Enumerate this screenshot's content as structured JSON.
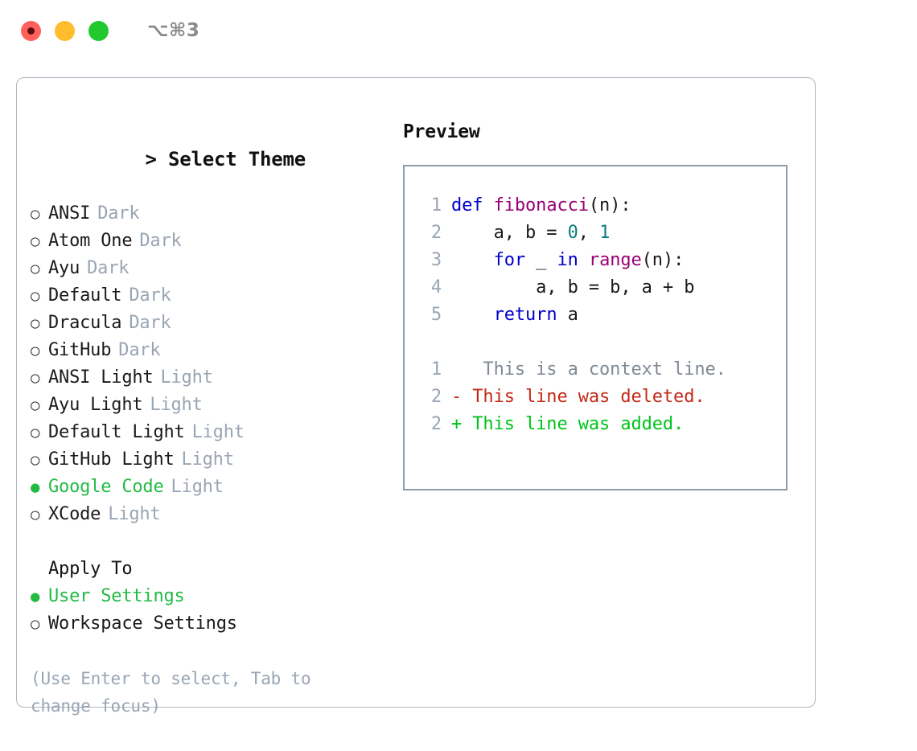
{
  "titlebar": {
    "shortcut": "⌥⌘3",
    "buttons": [
      {
        "name": "close",
        "color": "#ff605c"
      },
      {
        "name": "minimize",
        "color": "#ffbd2e"
      },
      {
        "name": "maximize",
        "color": "#22c92e"
      }
    ]
  },
  "left": {
    "heading_caret": ">",
    "heading": "Select Theme",
    "themes": [
      {
        "bullet": "○",
        "label": "ANSI",
        "badge": "Dark",
        "selected": false
      },
      {
        "bullet": "○",
        "label": "Atom One",
        "badge": "Dark",
        "selected": false
      },
      {
        "bullet": "○",
        "label": "Ayu",
        "badge": "Dark",
        "selected": false
      },
      {
        "bullet": "○",
        "label": "Default",
        "badge": "Dark",
        "selected": false
      },
      {
        "bullet": "○",
        "label": "Dracula",
        "badge": "Dark",
        "selected": false
      },
      {
        "bullet": "○",
        "label": "GitHub",
        "badge": "Dark",
        "selected": false
      },
      {
        "bullet": "○",
        "label": "ANSI Light",
        "badge": "Light",
        "selected": false
      },
      {
        "bullet": "○",
        "label": "Ayu Light",
        "badge": "Light",
        "selected": false
      },
      {
        "bullet": "○",
        "label": "Default Light",
        "badge": "Light",
        "selected": false
      },
      {
        "bullet": "○",
        "label": "GitHub Light",
        "badge": "Light",
        "selected": false
      },
      {
        "bullet": "●",
        "label": "Google Code",
        "badge": "Light",
        "selected": true
      },
      {
        "bullet": "○",
        "label": "XCode",
        "badge": "Light",
        "selected": false
      }
    ],
    "apply_heading": "Apply To",
    "apply_options": [
      {
        "bullet": "●",
        "label": "User Settings",
        "selected": true
      },
      {
        "bullet": "○",
        "label": "Workspace Settings",
        "selected": false
      }
    ],
    "hint": "(Use Enter to select, Tab to change focus)"
  },
  "right": {
    "preview_title": "Preview",
    "code_lines": [
      {
        "no": "1",
        "tokens": [
          {
            "t": "def",
            "c": "kw"
          },
          {
            "t": " ",
            "c": "pl"
          },
          {
            "t": "fibonacci",
            "c": "fn"
          },
          {
            "t": "(n):",
            "c": "pl"
          }
        ]
      },
      {
        "no": "2",
        "tokens": [
          {
            "t": "    a, b = ",
            "c": "pl"
          },
          {
            "t": "0",
            "c": "num"
          },
          {
            "t": ", ",
            "c": "pl"
          },
          {
            "t": "1",
            "c": "num"
          }
        ]
      },
      {
        "no": "3",
        "tokens": [
          {
            "t": "    ",
            "c": "pl"
          },
          {
            "t": "for",
            "c": "kw"
          },
          {
            "t": " _ ",
            "c": "pl"
          },
          {
            "t": "in",
            "c": "kw"
          },
          {
            "t": " ",
            "c": "pl"
          },
          {
            "t": "range",
            "c": "fn"
          },
          {
            "t": "(n):",
            "c": "pl"
          }
        ]
      },
      {
        "no": "4",
        "tokens": [
          {
            "t": "        a, b = b, a + b",
            "c": "pl"
          }
        ]
      },
      {
        "no": "5",
        "tokens": [
          {
            "t": "    ",
            "c": "pl"
          },
          {
            "t": "return",
            "c": "kw"
          },
          {
            "t": " a",
            "c": "pl"
          }
        ]
      }
    ],
    "diff_lines": [
      {
        "no": "1",
        "marker": " ",
        "text": "  This is a context line.",
        "kind": "ctx"
      },
      {
        "no": "2",
        "marker": "-",
        "text": " This line was deleted.",
        "kind": "del"
      },
      {
        "no": "2",
        "marker": "+",
        "text": " This line was added.",
        "kind": "add"
      }
    ]
  },
  "colors": {
    "accent_green": "#22bb44",
    "muted": "#9aa5b4",
    "keyword": "#0000cc",
    "function": "#990073",
    "number": "#0d7d7d",
    "diff_added": "#00c41a",
    "diff_deleted": "#c22a18",
    "border": "#8d9aa8"
  }
}
